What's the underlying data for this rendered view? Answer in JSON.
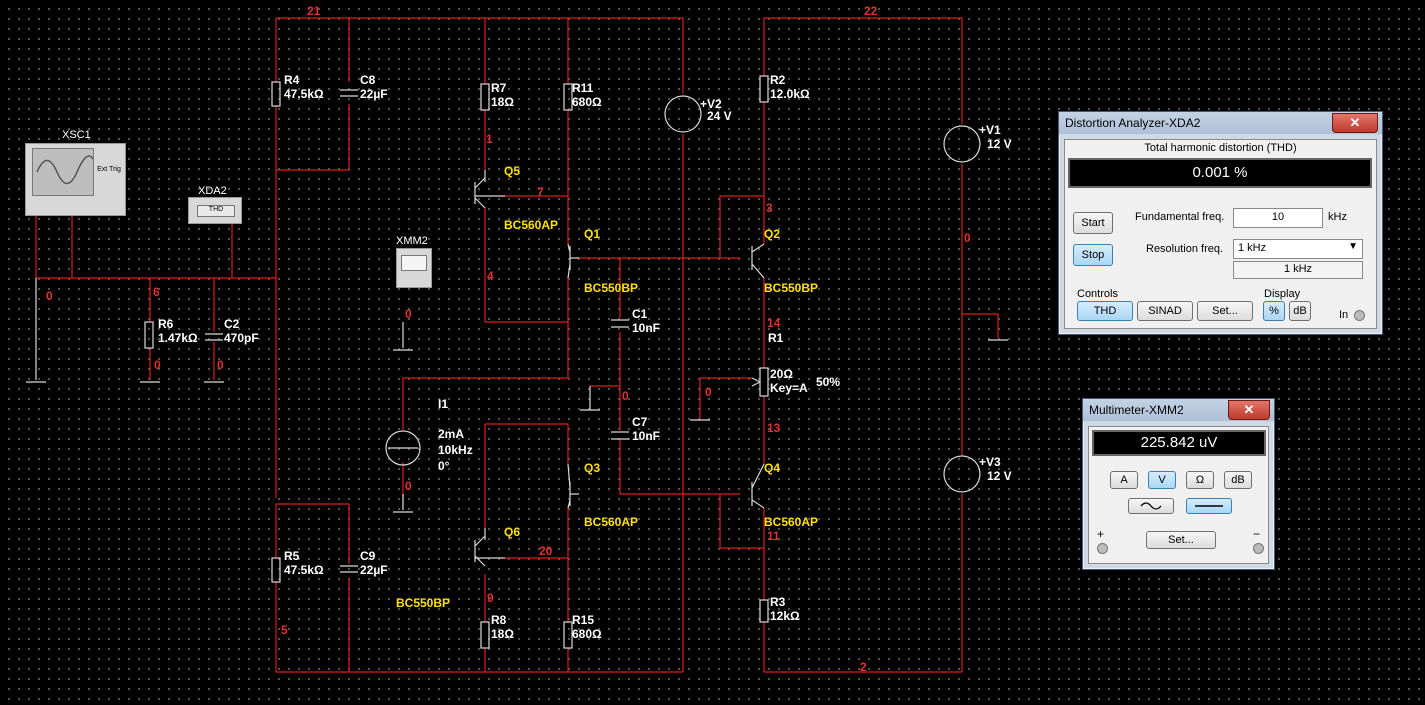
{
  "schematic": {
    "components": {
      "R4": [
        "R4",
        "47.5kΩ"
      ],
      "C8": [
        "C8",
        "22µF"
      ],
      "R7": [
        "R7",
        "18Ω"
      ],
      "R11": [
        "R11",
        "680Ω"
      ],
      "V2": [
        "+V2",
        "24 V"
      ],
      "R2": [
        "R2",
        "12.0kΩ"
      ],
      "V1": [
        "+V1",
        "12 V"
      ],
      "V3": [
        "+V3",
        "12 V"
      ],
      "R6": [
        "R6",
        "1.47kΩ"
      ],
      "C2": [
        "C2",
        "470pF"
      ],
      "C1": [
        "C1",
        "10nF"
      ],
      "C7": [
        "C7",
        "10nF"
      ],
      "R1": [
        "R1",
        "20Ω",
        "Key=A",
        "50%"
      ],
      "I1": [
        "I1",
        "2mA",
        "10kHz",
        "0°"
      ],
      "R5": [
        "R5",
        "47.5kΩ"
      ],
      "C9": [
        "C9",
        "22µF"
      ],
      "R8": [
        "R8",
        "18Ω"
      ],
      "R15": [
        "R15",
        "680Ω"
      ],
      "R3": [
        "R3",
        "12kΩ"
      ]
    },
    "transistors": {
      "Q5": [
        "Q5",
        "BC560AP"
      ],
      "Q1": [
        "Q1",
        "BC550BP"
      ],
      "Q2": [
        "Q2",
        "BC550BP"
      ],
      "Q3": [
        "Q3",
        "BC560AP"
      ],
      "Q4": [
        "Q4",
        "BC560AP"
      ],
      "Q6": [
        "Q6",
        "BC550BP"
      ]
    },
    "nets": [
      "21",
      "22",
      "1",
      "7",
      "3",
      "4",
      "0",
      "6",
      "14",
      "13",
      "20",
      "9",
      "5",
      "11",
      "2"
    ],
    "instruments": {
      "xsc1": "XSC1",
      "xda2": "XDA2",
      "xda2_face": "THD",
      "xmm2": "XMM2",
      "xsc1_ext": "Ext Trig"
    },
    "colors": {
      "wire": "#e01c1c",
      "component": "#d8d8d8",
      "net_label": "#e03030",
      "part_label": "#ffe000"
    }
  },
  "distortion": {
    "title": "Distortion Analyzer-XDA2",
    "close": "✕",
    "header": "Total harmonic distortion (THD)",
    "reading": "0.001 %",
    "start": "Start",
    "stop": "Stop",
    "fund_label": "Fundamental freq.",
    "fund_value": "10",
    "fund_unit": "kHz",
    "res_label": "Resolution freq.",
    "res_value": "1 kHz",
    "res_display": "1 kHz",
    "controls_label": "Controls",
    "thd": "THD",
    "sinad": "SINAD",
    "set": "Set...",
    "display_label": "Display",
    "pct": "%",
    "db": "dB",
    "in_label": "In"
  },
  "multimeter": {
    "title": "Multimeter-XMM2",
    "close": "✕",
    "reading": "225.842 uV",
    "a": "A",
    "v": "V",
    "ohm": "Ω",
    "db": "dB",
    "set": "Set...",
    "plus": "+",
    "minus": "−"
  }
}
